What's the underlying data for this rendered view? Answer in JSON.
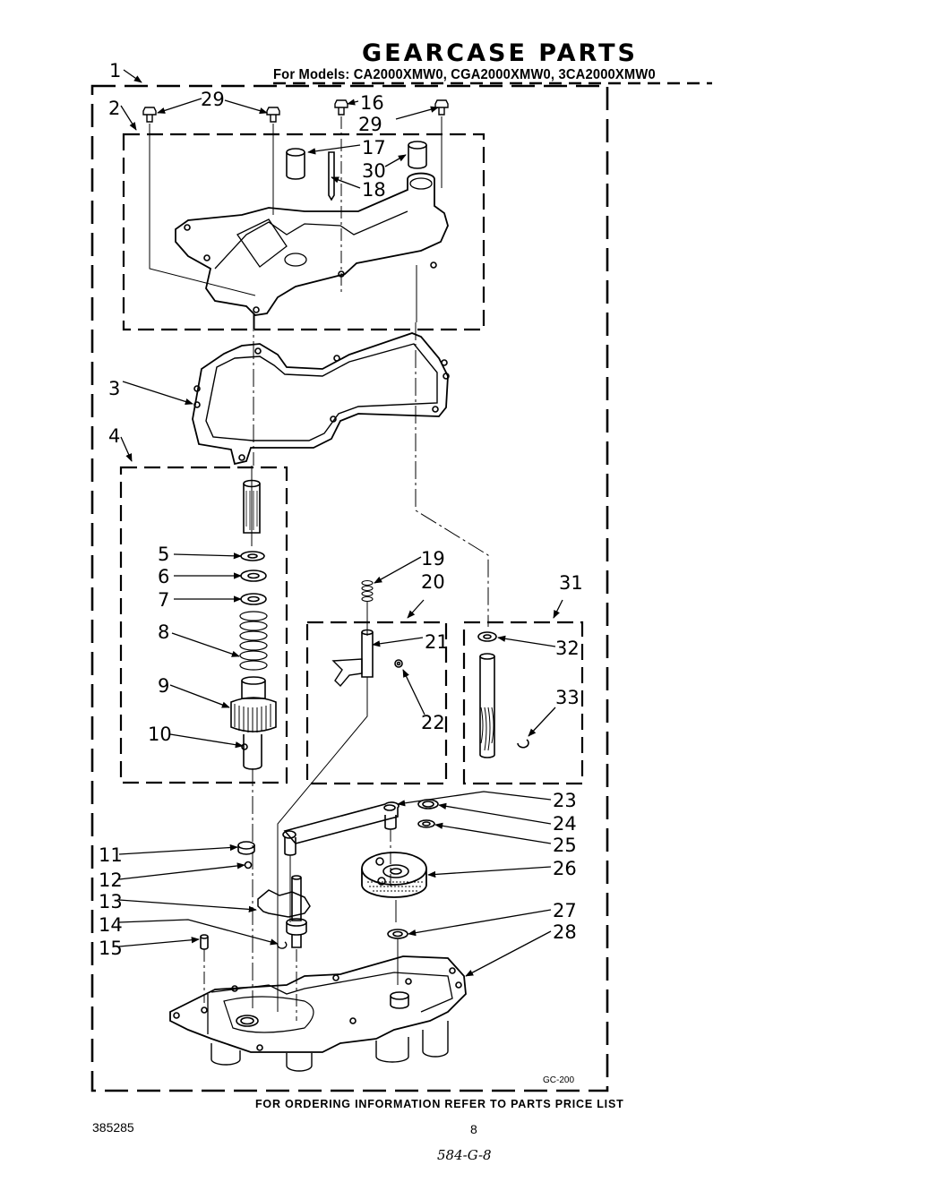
{
  "header": {
    "title": "GEARCASE PARTS",
    "models_label": "For Models: CA2000XMW0, CGA2000XMW0, 3CA2000XMW0",
    "models": [
      "CA2000XMW0",
      "CGA2000XMW0",
      "3CA2000XMW0"
    ]
  },
  "diagram": {
    "code": "GC-200",
    "callouts": [
      "1",
      "2",
      "3",
      "4",
      "5",
      "6",
      "7",
      "8",
      "9",
      "10",
      "11",
      "12",
      "13",
      "14",
      "15",
      "16",
      "17",
      "18",
      "19",
      "20",
      "21",
      "22",
      "23",
      "24",
      "25",
      "26",
      "27",
      "28",
      "29",
      "29",
      "30",
      "31",
      "32",
      "33"
    ],
    "groups": {
      "assembly": "1",
      "cover_group": "2",
      "pinion_group": "4",
      "shift_fork_group": "20",
      "drive_shaft_group": "31"
    }
  },
  "footer": {
    "ordering_note": "FOR ORDERING INFORMATION REFER TO PARTS PRICE LIST",
    "document_number": "385285",
    "page_number": "8",
    "handwritten_ref": "584-G-8"
  }
}
